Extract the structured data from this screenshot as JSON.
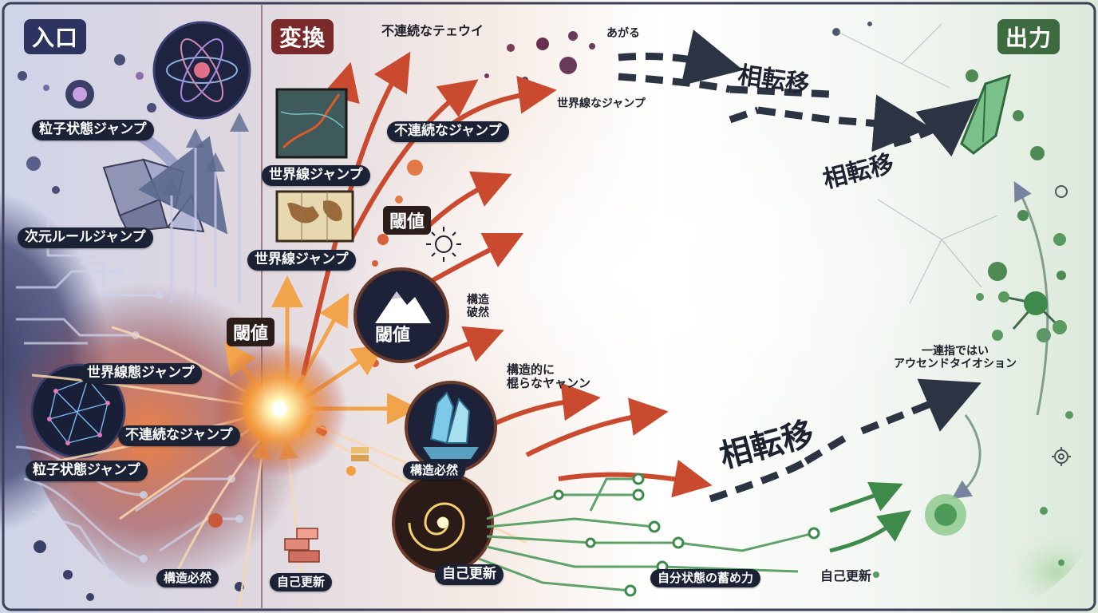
{
  "sections": {
    "input": {
      "label": "入口",
      "color": "#2d3461"
    },
    "transform": {
      "label": "変換",
      "color": "#7a2a2a"
    },
    "output": {
      "label": "出力",
      "color": "#3d6b3f"
    }
  },
  "labels": {
    "particle_state_jump_1": "粒子状態ジャンプ",
    "dimension_rule_jump": "次元ルールジャンプ",
    "worldline_state_jump": "世界線態ジャンプ",
    "discontinuous_jump_1": "不連続なジャンプ",
    "particle_state_jump_2": "粒子状態ジャンプ",
    "structural_necessity_1": "構造必然",
    "self_update_1": "自己更新",
    "threshold_1": "閾値",
    "worldline_jump_1": "世界線ジャンプ",
    "worldline_jump_2": "世界線ジャンプ",
    "threshold_2": "閾値",
    "threshold_3": "閾値",
    "discontinuous_jump_2": "不連続なジャンプ",
    "discontinuous_top": "不連続なテェウイ",
    "rises": "あがる",
    "worldline_jump_3": "世界線なジャンプ",
    "structure_break": "構造\n破然",
    "structural_text": "構造的に\n棍らなヤャンン",
    "structural_necessity_2": "構造必然",
    "self_update_2": "自己更新",
    "self_state_convergence": "自分状態の蓄め力",
    "self_update_3": "自己更新",
    "phase_transition_1": "相転移",
    "phase_transition_2": "相転移",
    "phase_transition_3": "相転移",
    "continuous_not": "一連指ではい\nアウセンドタイオション"
  },
  "colors": {
    "input_wash": "#d8dcec",
    "transform_warm": "#f08a3a",
    "core_glow": "#fff3b0",
    "output_wash": "#dcebdc",
    "arrow_red": "#c94a2e",
    "arrow_dark": "#2c3444",
    "arrow_green": "#3e8a4a",
    "circuit_green": "#5fa36a"
  },
  "icons": {
    "atom": "atom-icon",
    "map": "map-icon",
    "mountain": "mountain-icon",
    "crystal": "crystal-icon",
    "spiral": "spiral-galaxy-icon",
    "network": "network-sphere-icon",
    "blocks": "blocks-icon",
    "gear": "gear-icon",
    "crystal_pen": "crystal-shard-icon"
  }
}
